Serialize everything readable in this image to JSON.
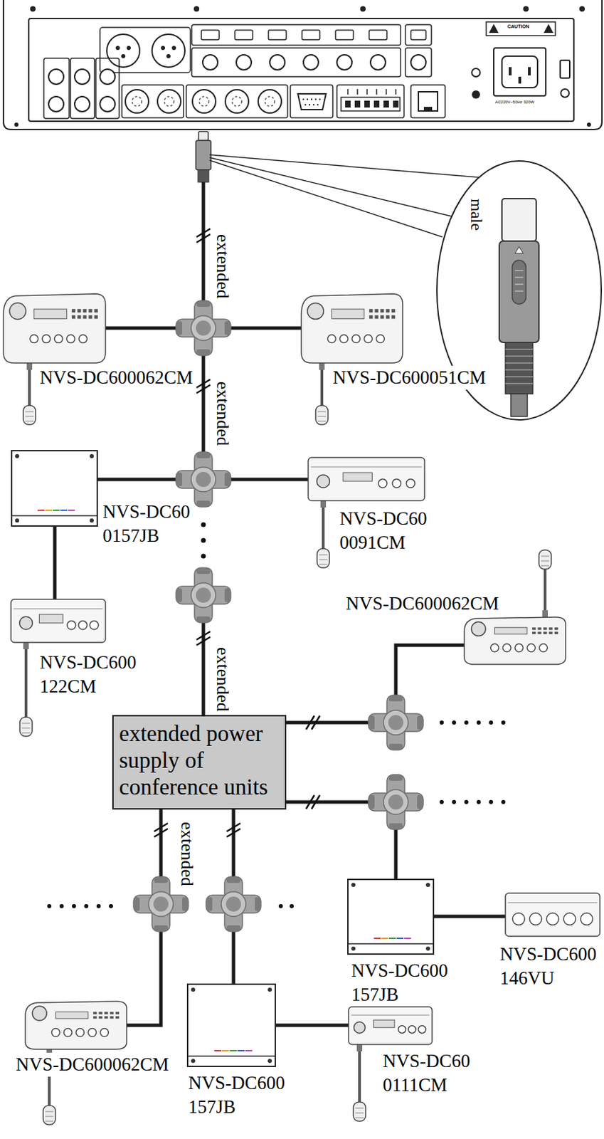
{
  "diagram": {
    "nodes": [
      {
        "text": [
          "NVS-DC600062CM"
        ]
      },
      {
        "text": [
          "NVS-DC600051CM"
        ]
      },
      {
        "text": [
          "NVS-DC60 0157JB"
        ]
      },
      {
        "text": [
          "NVS-DC60 0091CM"
        ]
      },
      {
        "text": [
          "NVS-DC600 122CM"
        ]
      },
      {
        "text": [
          "NVS-DC600062CM"
        ]
      },
      {
        "text": [
          "extended power supply of conference units"
        ]
      },
      {
        "text": [
          "NVS-DC600 157JB"
        ]
      },
      {
        "text": [
          "NVS-DC600 146VU"
        ]
      },
      {
        "text": [
          "NVS-DC600062CM"
        ]
      },
      {
        "text": [
          "NVS-DC600 157JB"
        ]
      },
      {
        "text": [
          "NVS-DC60 0111CM"
        ]
      }
    ],
    "edges": [
      {
        "from": 2,
        "to": 4,
        "arrow": "none"
      },
      {
        "from": 7,
        "to": 8,
        "arrow": "none"
      },
      {
        "from": 10,
        "to": 11,
        "arrow": "none"
      }
    ],
    "labels": [
      "CAUTION",
      "AC220V~50Hz 320W",
      "male",
      "extended",
      "extended",
      "extended",
      "extended"
    ]
  }
}
